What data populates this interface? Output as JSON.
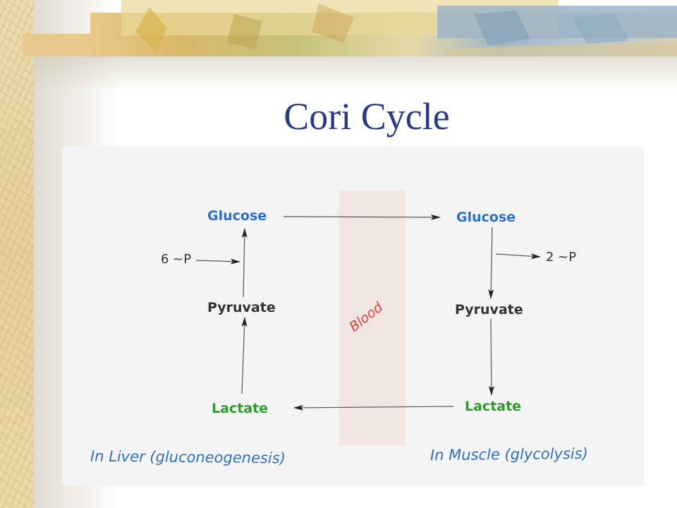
{
  "title": "Cori Cycle",
  "colors": {
    "title": "#2a3a85",
    "glucose": "#2a6fd0",
    "pyruvate": "#333333",
    "lactate": "#2e9a2e",
    "blood_label": "#e04040",
    "caption": "#2f6fc8",
    "blood_band": "#f2e6e3"
  },
  "diagram": {
    "liver": {
      "glucose": "Glucose",
      "pyruvate": "Pyruvate",
      "lactate": "Lactate",
      "energy_input": "6 ~P",
      "caption": "In Liver (gluconeogenesis)"
    },
    "muscle": {
      "glucose": "Glucose",
      "pyruvate": "Pyruvate",
      "lactate": "Lactate",
      "energy_output": "2 ~P",
      "caption": "In Muscle (glycolysis)"
    },
    "blood_label": "Blood"
  }
}
